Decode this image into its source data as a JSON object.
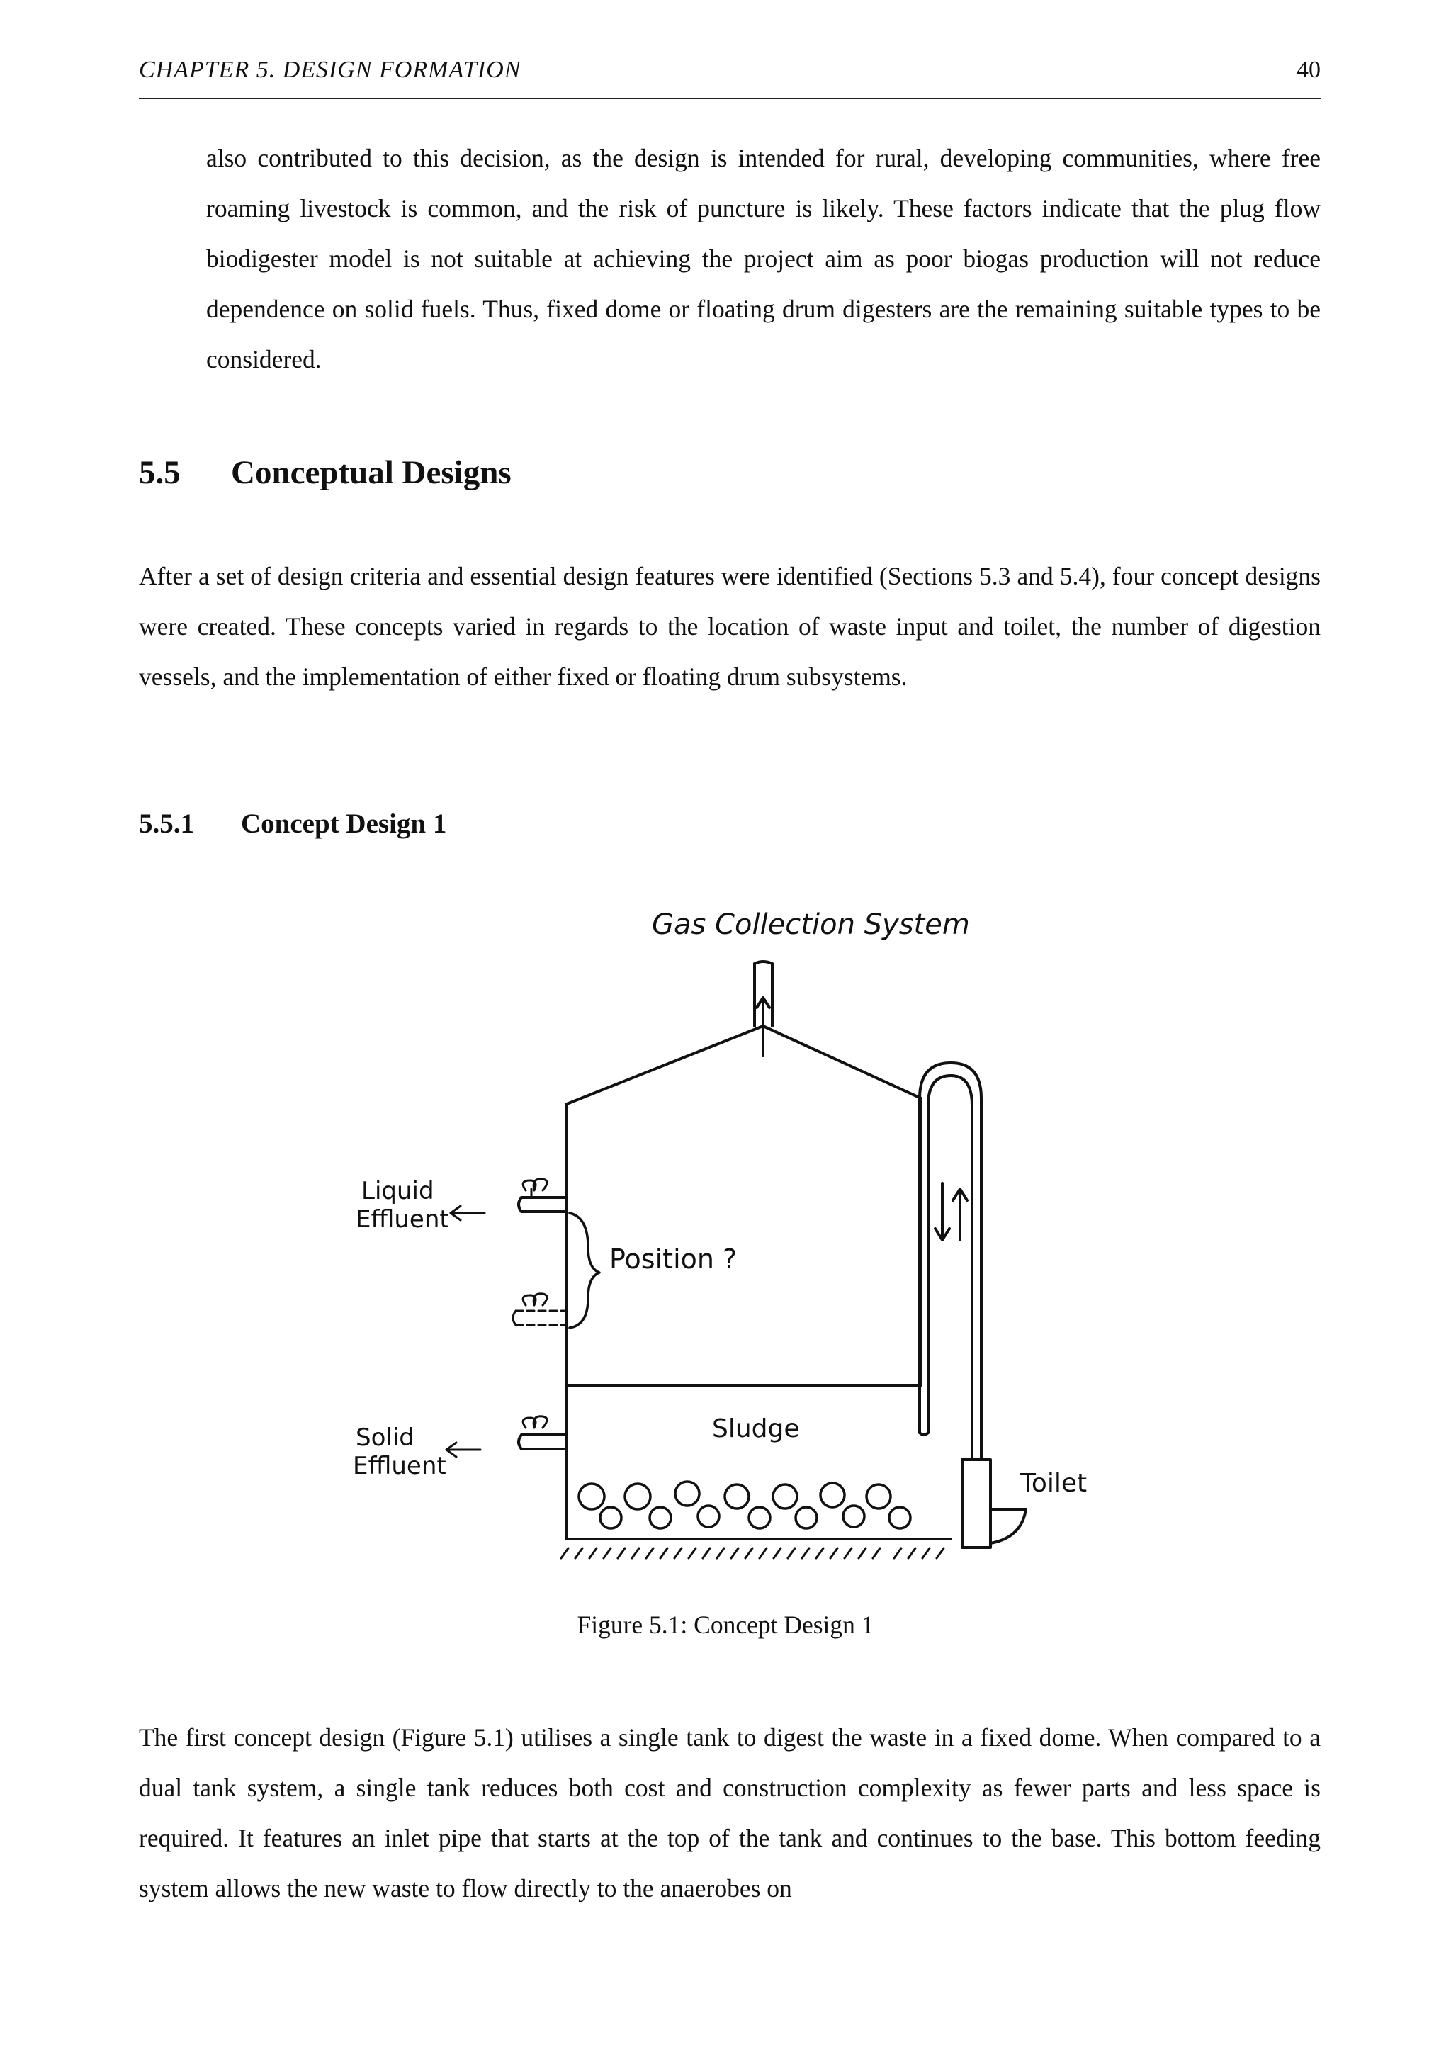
{
  "header": {
    "chapter": "CHAPTER 5.  DESIGN FORMATION",
    "page_number": "40"
  },
  "paragraphs": {
    "continuation": "also contributed to this decision, as the design is intended for rural, developing communities, where free roaming livestock is common, and the risk of puncture is likely. These factors indicate that the plug flow biodigester model is not suitable at achieving the project aim as poor biogas production will not reduce dependence on solid fuels. Thus, fixed dome or floating drum digesters are the remaining suitable types to be considered.",
    "intro": "After a set of design criteria and essential design features were identified (Sections 5.3 and 5.4), four concept designs were created. These concepts varied in regards to the location of waste input and toilet, the number of digestion vessels, and the implementation of either fixed or floating drum subsystems.",
    "concept1": "The first concept design (Figure 5.1) utilises a single tank to digest the waste in a fixed dome. When compared to a dual tank system, a single tank reduces both cost and construction complexity as fewer parts and less space is required. It features an inlet pipe that starts at the top of the tank and continues to the base. This bottom feeding system allows the new waste to flow directly to the anaerobes on"
  },
  "section": {
    "number": "5.5",
    "title": "Conceptual Designs"
  },
  "subsection": {
    "number": "5.5.1",
    "title": "Concept Design 1"
  },
  "figure": {
    "labels": {
      "gas": "Gas Collection System",
      "liquid_1": "Liquid",
      "liquid_2": "Effluent",
      "position": "Position ?",
      "sludge": "Sludge",
      "solid_1": "Solid",
      "solid_2": "Effluent",
      "toilet": "Toilet"
    },
    "caption": "Figure 5.1: Concept Design 1"
  }
}
